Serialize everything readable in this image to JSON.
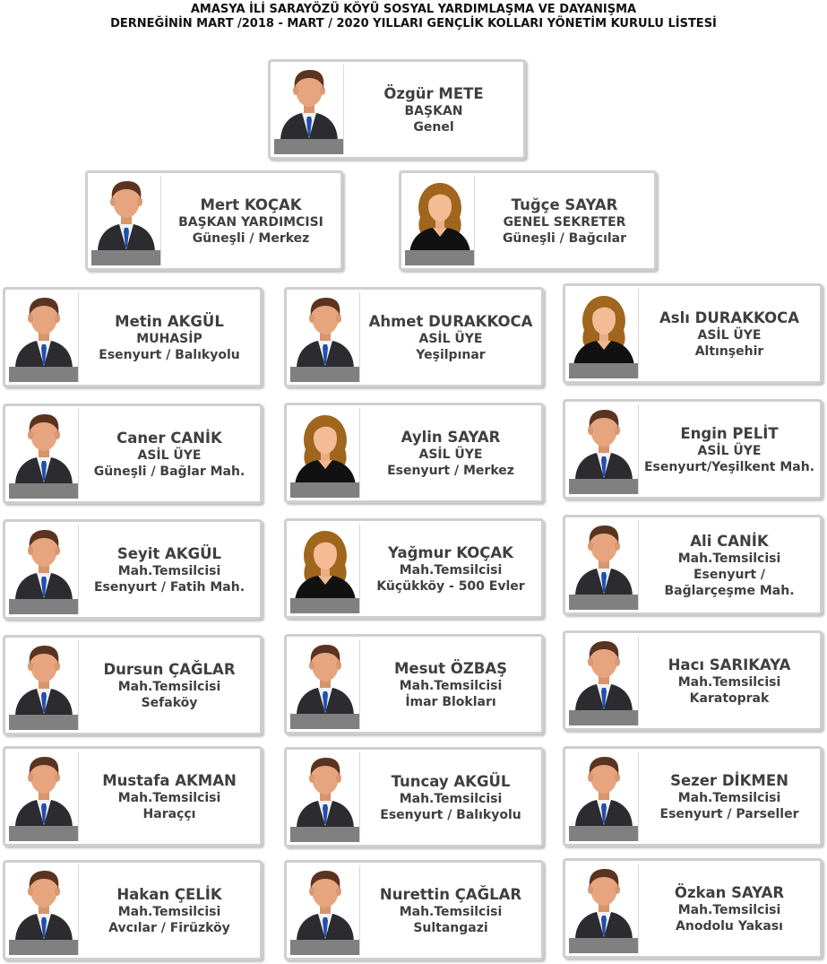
{
  "title": {
    "line1": "AMASYA İLİ SARAYÖZÜ KÖYÜ SOSYAL YARDIMLAŞMA VE DAYANIŞMA",
    "line2": "DERNEĞİNİN MART /2018 - MART / 2020 YILLARI GENÇLİK KOLLARI YÖNETİM KURULU LİSTESİ"
  },
  "members": [
    {
      "name": "Özgür METE",
      "lines": [
        "BAŞKAN",
        "Genel"
      ],
      "icon": "male-avatar-icon"
    },
    {
      "name": "Mert KOÇAK",
      "lines": [
        "BAŞKAN YARDIMCISI",
        "Güneşli / Merkez"
      ],
      "icon": "male-avatar-icon"
    },
    {
      "name": "Tuğçe SAYAR",
      "lines": [
        "GENEL SEKRETER",
        "Güneşli / Bağcılar"
      ],
      "icon": "female-avatar-icon"
    },
    {
      "name": "Metin AKGÜL",
      "lines": [
        "MUHASİP",
        "Esenyurt / Balıkyolu"
      ],
      "icon": "male-avatar-icon"
    },
    {
      "name": "Ahmet DURAKKOCA",
      "lines": [
        "ASİL ÜYE",
        "Yeşilpınar"
      ],
      "icon": "male-avatar-icon"
    },
    {
      "name": "Aslı DURAKKOCA",
      "lines": [
        "ASİL ÜYE",
        "Altınşehir"
      ],
      "icon": "female-avatar-icon"
    },
    {
      "name": "Caner CANİK",
      "lines": [
        "ASİL ÜYE",
        "Güneşli / Bağlar Mah."
      ],
      "icon": "male-avatar-icon"
    },
    {
      "name": "Aylin SAYAR",
      "lines": [
        "ASİL ÜYE",
        "Esenyurt / Merkez"
      ],
      "icon": "female-avatar-icon"
    },
    {
      "name": "Engin PELİT",
      "lines": [
        "ASİL ÜYE",
        "Esenyurt/Yeşilkent Mah."
      ],
      "icon": "male-avatar-icon"
    },
    {
      "name": "Seyit AKGÜL",
      "lines": [
        "Mah.Temsilcisi",
        "Esenyurt / Fatih Mah."
      ],
      "icon": "male-avatar-icon"
    },
    {
      "name": "Yağmur KOÇAK",
      "lines": [
        "Mah.Temsilcisi",
        "Küçükköy - 500 Evler"
      ],
      "icon": "female-avatar-icon"
    },
    {
      "name": "Ali CANİK",
      "lines": [
        "Mah.Temsilcisi",
        "Esenyurt /",
        "Bağlarçeşme Mah."
      ],
      "icon": "male-avatar-icon"
    },
    {
      "name": "Dursun ÇAĞLAR",
      "lines": [
        "Mah.Temsilcisi",
        "Sefaköy"
      ],
      "icon": "male-avatar-icon"
    },
    {
      "name": "Mesut ÖZBAŞ",
      "lines": [
        "Mah.Temsilcisi",
        "İmar Blokları"
      ],
      "icon": "male-avatar-icon"
    },
    {
      "name": "Hacı SARIKAYA",
      "lines": [
        "Mah.Temsilcisi",
        "Karatoprak"
      ],
      "icon": "male-avatar-icon"
    },
    {
      "name": "Mustafa AKMAN",
      "lines": [
        "Mah.Temsilcisi",
        "Haraççı"
      ],
      "icon": "male-avatar-icon"
    },
    {
      "name": "Tuncay AKGÜL",
      "lines": [
        "Mah.Temsilcisi",
        "Esenyurt / Balıkyolu"
      ],
      "icon": "male-avatar-icon"
    },
    {
      "name": "Sezer DİKMEN",
      "lines": [
        "Mah.Temsilcisi",
        "Esenyurt / Parseller"
      ],
      "icon": "male-avatar-icon"
    },
    {
      "name": "Hakan ÇELİK",
      "lines": [
        "Mah.Temsilcisi",
        "Avcılar / Firüzköy"
      ],
      "icon": "male-avatar-icon"
    },
    {
      "name": "Nurettin ÇAĞLAR",
      "lines": [
        "Mah.Temsilcisi",
        "Sultangazi"
      ],
      "icon": "male-avatar-icon"
    },
    {
      "name": "Özkan SAYAR",
      "lines": [
        "Mah.Temsilcisi",
        "Anodolu Yakası"
      ],
      "icon": "male-avatar-icon"
    }
  ]
}
